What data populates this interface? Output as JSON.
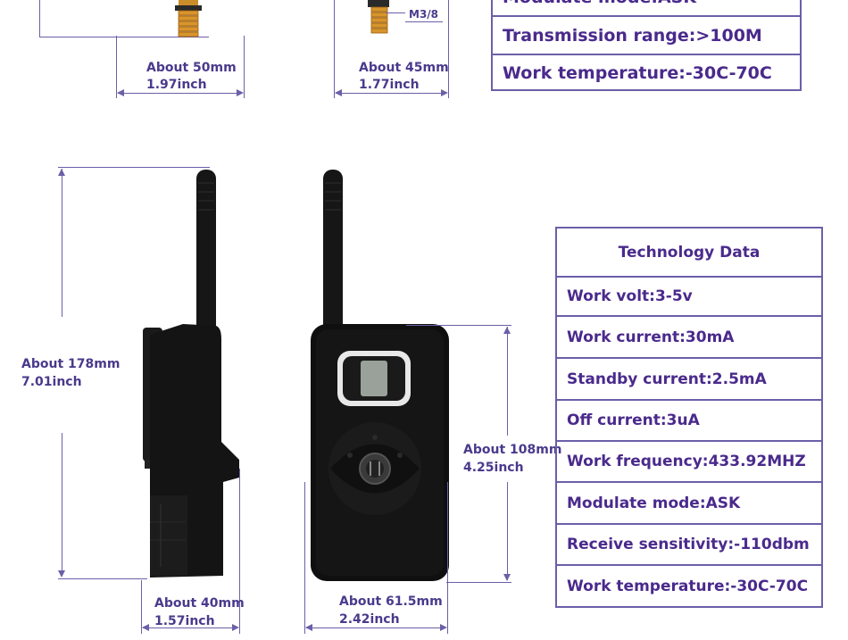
{
  "top_section": {
    "dim_a": {
      "mm": "About 50mm",
      "inch": "1.97inch"
    },
    "dim_b": {
      "mm": "About 45mm",
      "inch": "1.77inch"
    },
    "thread_label": "M3/8",
    "table_rows": [
      "Modulate mode:ASK",
      "Transmission range:>100M",
      "Work temperature:-30C-70C"
    ]
  },
  "device_dims": {
    "height": {
      "mm": "About 178mm",
      "inch": "7.01inch"
    },
    "depth": {
      "mm": "About 40mm",
      "inch": "1.57inch"
    },
    "width": {
      "mm": "About 61.5mm",
      "inch": "2.42inch"
    },
    "body_height": {
      "mm": "About 108mm",
      "inch": "4.25inch"
    }
  },
  "tech_table": {
    "title": "Technology Data",
    "rows": [
      "Work volt:3-5v",
      "Work current:30mA",
      "Standby current:2.5mA",
      "Off current:3uA",
      "Work frequency:433.92MHZ",
      "Modulate mode:ASK",
      "Receive sensitivity:-110dbm",
      "Work temperature:-30C-70C"
    ]
  },
  "colors": {
    "accent": "#6b5fa8",
    "text": "#4a2a8c",
    "device": "#111111",
    "brass": "#d4902a"
  }
}
